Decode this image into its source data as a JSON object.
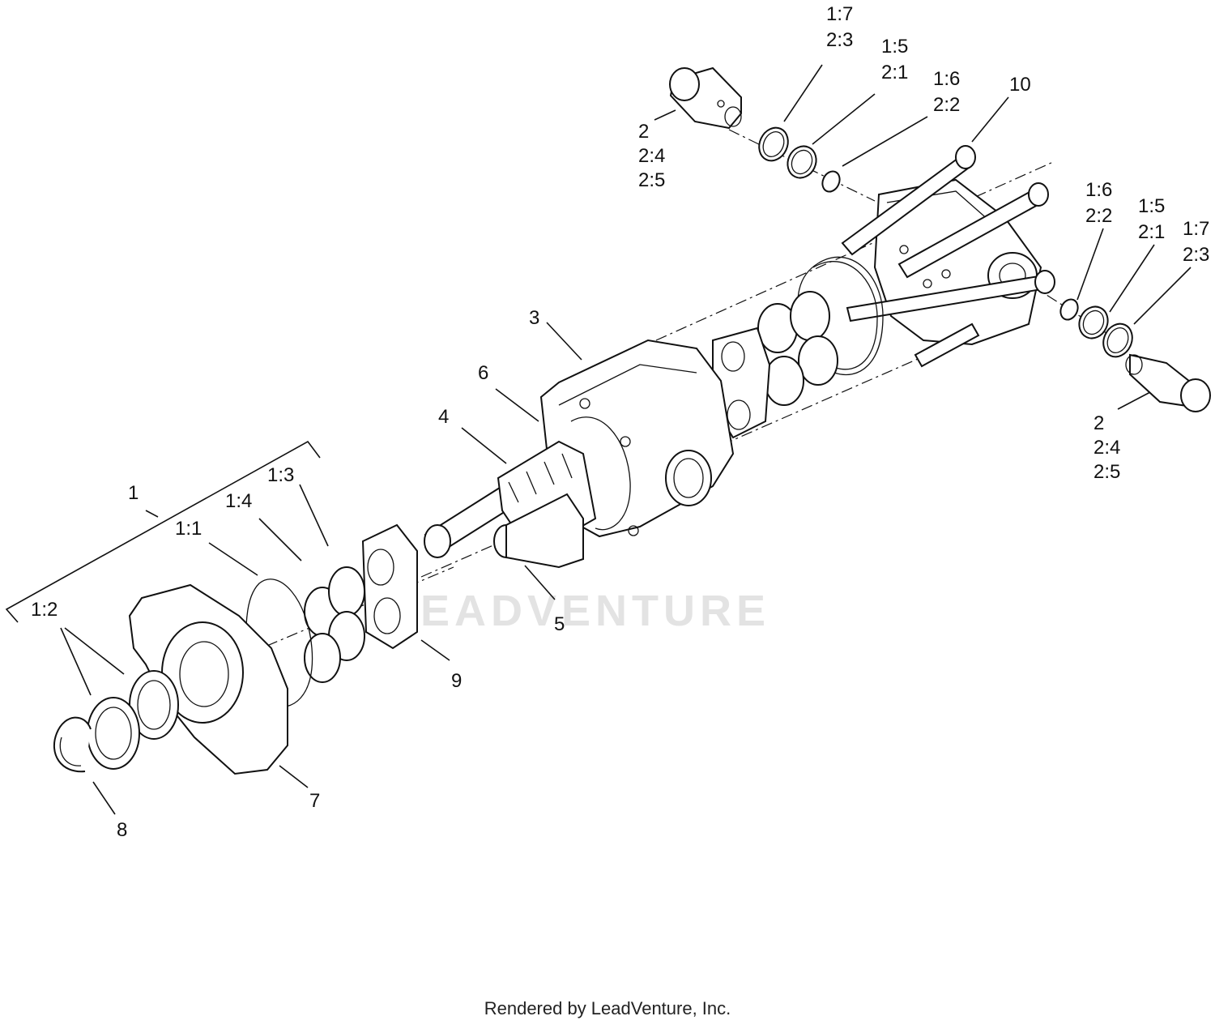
{
  "watermark": "LEADVENTURE",
  "footer": "Rendered by LeadVenture, Inc.",
  "callouts": {
    "top_plug": [
      "2",
      "2:4",
      "2:5"
    ],
    "top_ring_outer": [
      "1:7",
      "2:3"
    ],
    "top_ring_mid": [
      "1:5",
      "2:1"
    ],
    "top_ring_inner": [
      "1:6",
      "2:2"
    ],
    "bolts": "10",
    "right_ring_inner": [
      "1:6",
      "2:2"
    ],
    "right_ring_mid": [
      "1:5",
      "2:1"
    ],
    "right_ring_outer": [
      "1:7",
      "2:3"
    ],
    "right_plug": [
      "2",
      "2:4",
      "2:5"
    ],
    "gear_housing": "3",
    "dowel": "6",
    "drive_gear": "4",
    "idler_gear": "5",
    "bearing_block": "9",
    "kit": "1",
    "seal_1_1": "1:1",
    "ring_1_4": "1:4",
    "ring_1_3": "1:3",
    "shaft_seal": "1:2",
    "front_cover": "7",
    "retaining_ring": "8"
  }
}
